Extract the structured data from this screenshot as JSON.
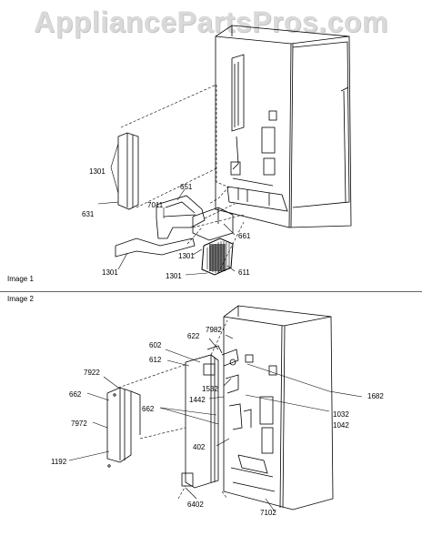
{
  "watermark": "AppliancePartsPros.com",
  "image1": {
    "label": "Image 1",
    "callouts": {
      "c1301a": "1301",
      "c631": "631",
      "c651": "651",
      "c7011": "7011",
      "c1301b": "1301",
      "c661": "661",
      "c1301c": "1301",
      "c1301d": "1301",
      "c611": "611"
    }
  },
  "image2": {
    "label": "Image 2",
    "callouts": {
      "c7982": "7982",
      "c622": "622",
      "c602": "602",
      "c612": "612",
      "c7922": "7922",
      "c662a": "662",
      "c1532": "1532",
      "c1442": "1442",
      "c662b": "662",
      "c1682": "1682",
      "c1032": "1032",
      "c1042": "1042",
      "c7972": "7972",
      "c402": "402",
      "c1192": "1192",
      "c6402": "6402",
      "c7102": "7102"
    }
  },
  "colors": {
    "line": "#000000",
    "divider": "#666666",
    "watermark": "#d9d9d9"
  }
}
